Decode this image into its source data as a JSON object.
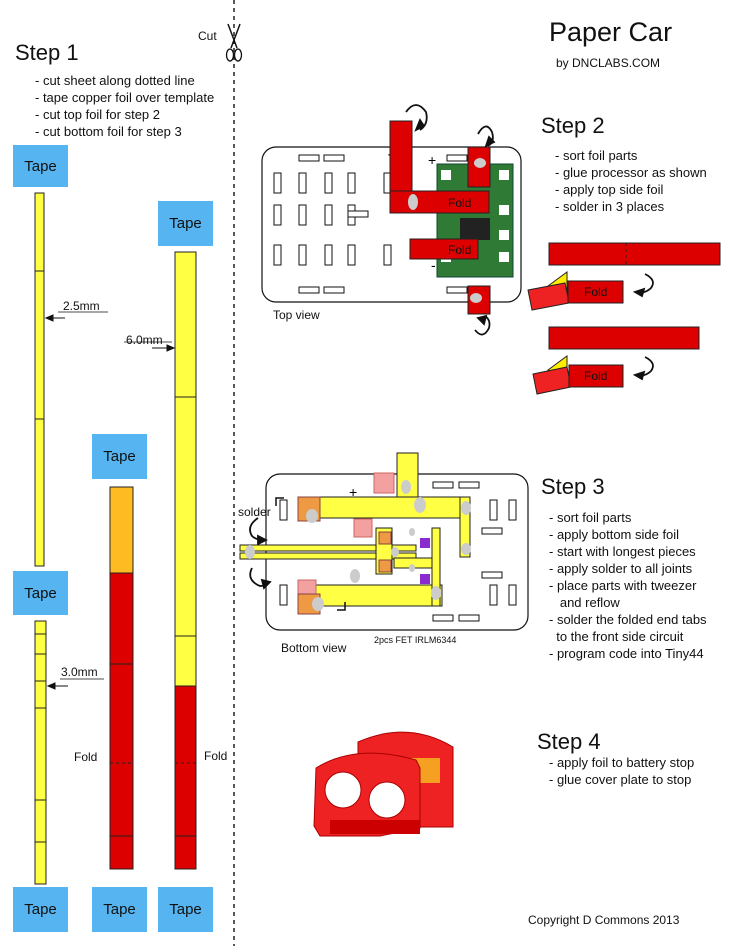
{
  "title": "Paper Car",
  "subtitle": "by DNCLABS.COM",
  "cut_label": "Cut",
  "copyright": "Copyright D Commons 2013",
  "colors": {
    "tape": "#56b4f0",
    "yellow_foil": "#ffff44",
    "red_foil": "#dd0000",
    "orange_foil": "#ffbb22",
    "board": "#2f7a35"
  },
  "step1": {
    "heading": "Step 1",
    "items": [
      "- cut sheet along dotted line",
      "- tape copper foil over template",
      "- cut top foil for step 2",
      "- cut bottom foil for step 3"
    ],
    "tape_label": "Tape",
    "width_25": "2.5mm",
    "width_60": "6.0mm",
    "width_30": "3.0mm",
    "fold_label": "Fold"
  },
  "step2": {
    "heading": "Step 2",
    "items": [
      "- sort foil parts",
      "- glue processor as shown",
      "- apply top side foil",
      "- solder in 3 places"
    ],
    "view_label": "Top view",
    "fold_label": "Fold"
  },
  "step3": {
    "heading": "Step 3",
    "items": [
      "- sort foil parts",
      "- apply bottom side foil",
      "- start with longest pieces",
      "- apply solder to all joints",
      "- place parts with tweezer",
      "   and reflow",
      "- solder the folded end tabs",
      "  to the front side circuit",
      "- program code into Tiny44"
    ],
    "view_label": "Bottom view",
    "solder_label": "solder",
    "fet_label": "2pcs FET IRLM6344"
  },
  "step4": {
    "heading": "Step 4",
    "items": [
      "- apply foil to battery stop",
      "- glue cover plate to stop"
    ]
  }
}
